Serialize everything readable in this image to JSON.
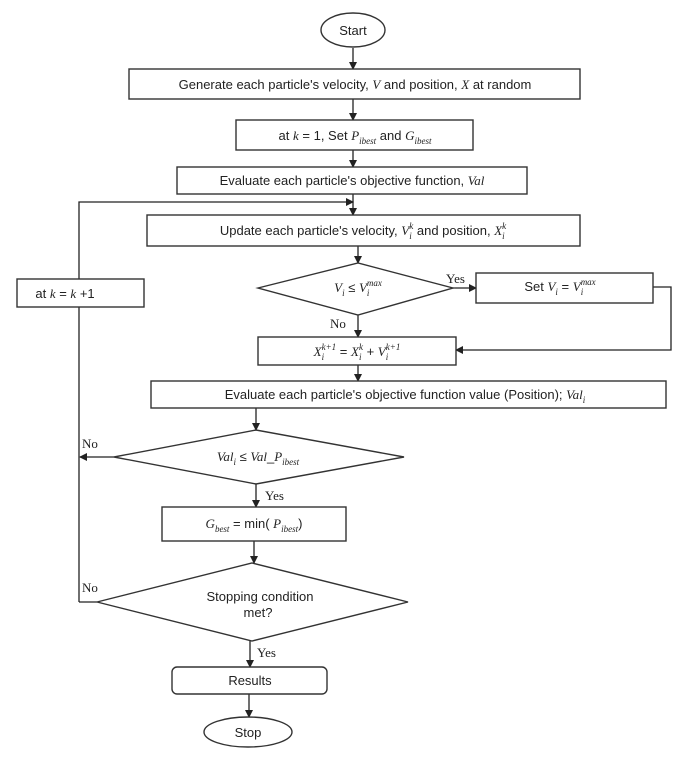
{
  "flowchart": {
    "start": "Start",
    "generate": [
      {
        "t": "Generate each particle's velocity, ",
        "f": "n"
      },
      {
        "t": "V",
        "f": "i"
      },
      {
        "t": " and position,  ",
        "f": "n"
      },
      {
        "t": "X",
        "f": "i"
      },
      {
        "t": " at random",
        "f": "n"
      }
    ],
    "init": [
      {
        "t": "at ",
        "f": "n"
      },
      {
        "t": "k",
        "f": "i"
      },
      {
        "t": " = 1, Set ",
        "f": "n"
      },
      {
        "t": "P",
        "f": "i"
      },
      {
        "t": "ibest",
        "f": "sub"
      },
      {
        "t": " and ",
        "f": "n"
      },
      {
        "t": "G",
        "f": "i"
      },
      {
        "t": "ibest",
        "f": "sub"
      }
    ],
    "evaluate": [
      {
        "t": "Evaluate each particle's objective function, ",
        "f": "n"
      },
      {
        "t": "Val",
        "f": "i"
      }
    ],
    "update": [
      {
        "t": "Update each particle's velocity, ",
        "f": "n"
      },
      {
        "t": "V",
        "f": "i"
      },
      {
        "t": "i",
        "f": "sub"
      },
      {
        "t": "k",
        "f": "sup"
      },
      {
        "t": " and position, ",
        "f": "n"
      },
      {
        "t": "X",
        "f": "i"
      },
      {
        "t": "i",
        "f": "sub"
      },
      {
        "t": "k",
        "f": "sup"
      }
    ],
    "increment": [
      {
        "t": "at ",
        "f": "n"
      },
      {
        "t": "k",
        "f": "i"
      },
      {
        "t": " = ",
        "f": "n"
      },
      {
        "t": "k",
        "f": "i"
      },
      {
        "t": " +1",
        "f": "n"
      }
    ],
    "velocity_check": [
      {
        "t": "V",
        "f": "i"
      },
      {
        "t": "i",
        "f": "sub"
      },
      {
        "t": " ≤ ",
        "f": "n"
      },
      {
        "t": "V",
        "f": "i"
      },
      {
        "t": "i",
        "f": "sub"
      },
      {
        "t": "max",
        "f": "sup"
      }
    ],
    "velocity_set": [
      {
        "t": "Set  ",
        "f": "n"
      },
      {
        "t": "V",
        "f": "i"
      },
      {
        "t": "i",
        "f": "sub"
      },
      {
        "t": " = ",
        "f": "n"
      },
      {
        "t": "V",
        "f": "i"
      },
      {
        "t": "i",
        "f": "sub"
      },
      {
        "t": "max",
        "f": "sup"
      }
    ],
    "position_update": [
      {
        "t": "X",
        "f": "i"
      },
      {
        "t": "i",
        "f": "sub"
      },
      {
        "t": "k+1",
        "f": "sup"
      },
      {
        "t": " = ",
        "f": "n"
      },
      {
        "t": "X",
        "f": "i"
      },
      {
        "t": "i",
        "f": "sub"
      },
      {
        "t": "k",
        "f": "sup"
      },
      {
        "t": " + ",
        "f": "n"
      },
      {
        "t": "V",
        "f": "i"
      },
      {
        "t": "i",
        "f": "sub"
      },
      {
        "t": "k+1",
        "f": "sup"
      }
    ],
    "evaluate_value": [
      {
        "t": "Evaluate each particle's objective function value (Position); ",
        "f": "n"
      },
      {
        "t": "Val",
        "f": "i"
      },
      {
        "t": "i",
        "f": "sub"
      }
    ],
    "pbest_check": [
      {
        "t": "Val",
        "f": "i"
      },
      {
        "t": "i",
        "f": "sub"
      },
      {
        "t": " ≤ ",
        "f": "n"
      },
      {
        "t": "Val",
        "f": "i"
      },
      {
        "t": "_",
        "f": "n"
      },
      {
        "t": "P",
        "f": "i"
      },
      {
        "t": "ibest",
        "f": "sub"
      }
    ],
    "gbest": [
      {
        "t": "G",
        "f": "i"
      },
      {
        "t": "best",
        "f": "sub"
      },
      {
        "t": " = min( ",
        "f": "n"
      },
      {
        "t": "P",
        "f": "i"
      },
      {
        "t": "ibest",
        "f": "sub"
      },
      {
        "t": ")",
        "f": "n"
      }
    ],
    "stop_check": [
      "Stopping condition",
      "met?"
    ],
    "results": "Results",
    "stop": "Stop",
    "labels": {
      "yes": "Yes",
      "no": "No"
    }
  }
}
